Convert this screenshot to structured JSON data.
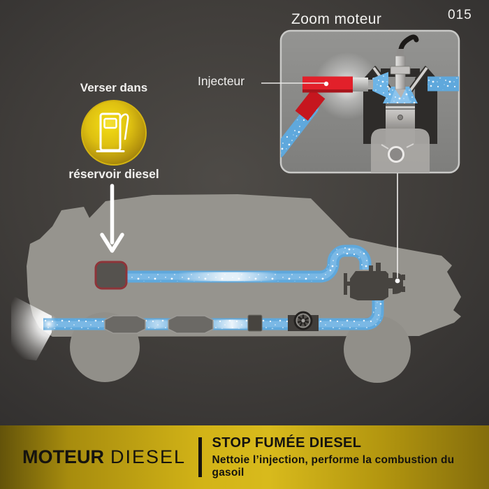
{
  "page_number": "015",
  "engine_zoom": {
    "title": "Zoom moteur",
    "injector_label": "Injecteur"
  },
  "tank_callout": {
    "line_top": "Verser dans",
    "line_bottom": "réservoir diesel",
    "icon": "fuel-pump-icon"
  },
  "banner": {
    "brand_bold": "MOTEUR",
    "brand_light": "DIESEL",
    "headline": "STOP FUMÉE DIESEL",
    "subline": "Nettoie l’injection, performe la combustion du gasoil"
  },
  "colors": {
    "background_dark": "#3a3836",
    "panel_gray": "#8c8c8a",
    "car_gray": "#96948e",
    "fluid_blue": "#5fa8dc",
    "injector_red": "#e2202a",
    "banner_gold": "#d8ba1c",
    "badge_gold": "#dec011",
    "text_light": "#f1f0ee",
    "text_dark": "#15130f"
  }
}
